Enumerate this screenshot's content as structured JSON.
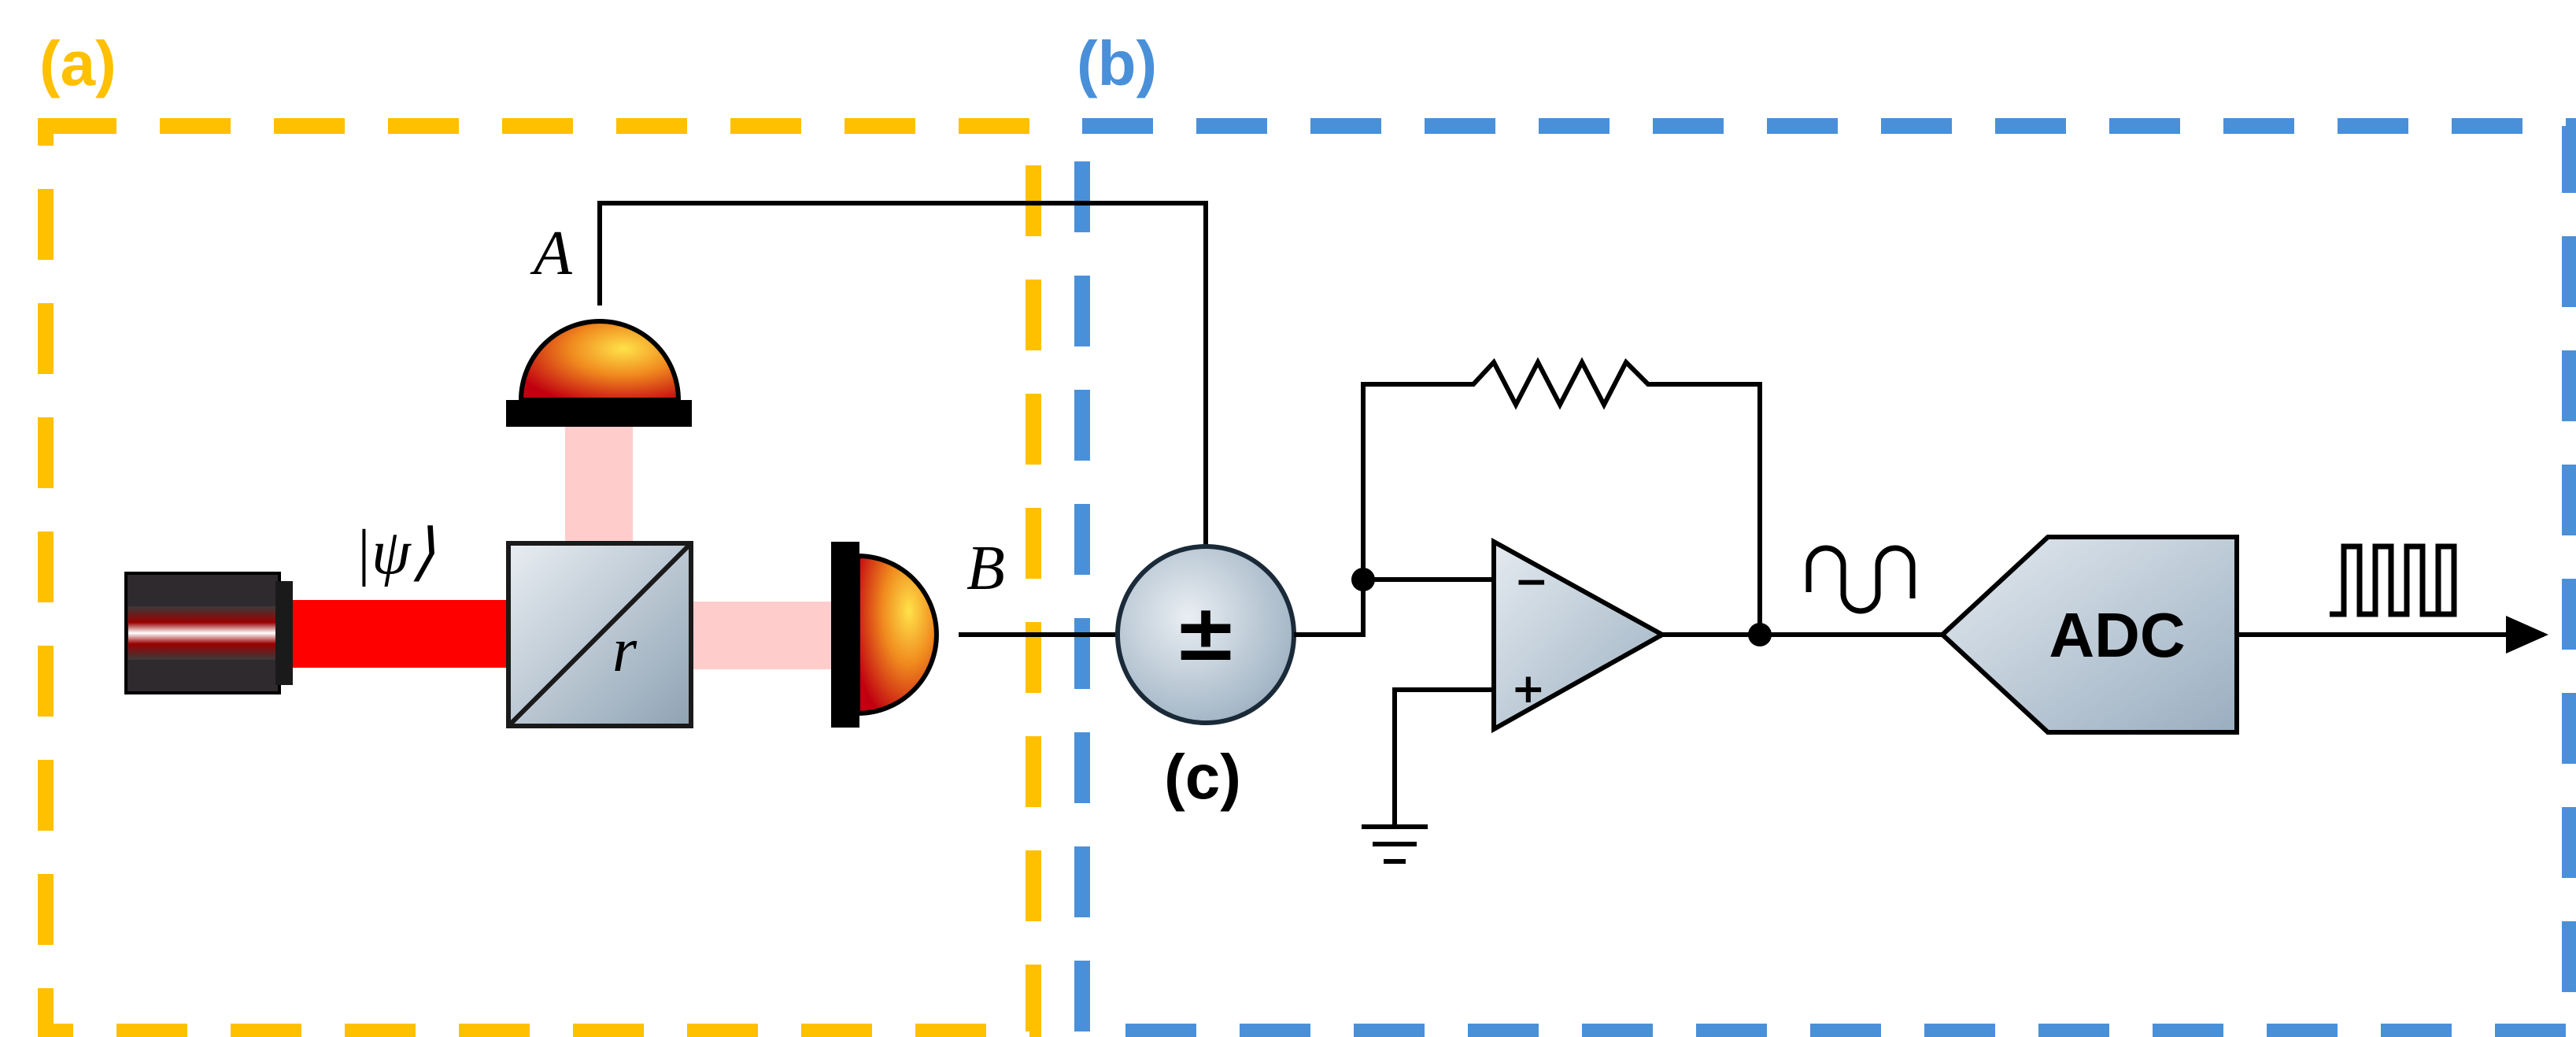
{
  "panels": {
    "a": {
      "label": "(a)",
      "color": "#FFC000"
    },
    "b": {
      "label": "(b)",
      "color": "#4A90D9"
    },
    "c": {
      "label": "(c)"
    }
  },
  "labels": {
    "state": "|ψ⟩",
    "detector_a": "A",
    "detector_b": "B",
    "beamsplitter": "r",
    "combiner": "±",
    "opamp_minus": "−",
    "opamp_plus": "+",
    "adc": "ADC"
  },
  "colors": {
    "laser_beam": "#FF0000",
    "split_beam": "#FFCCCC",
    "detector_body": "#E07A10",
    "wire": "#000000"
  }
}
